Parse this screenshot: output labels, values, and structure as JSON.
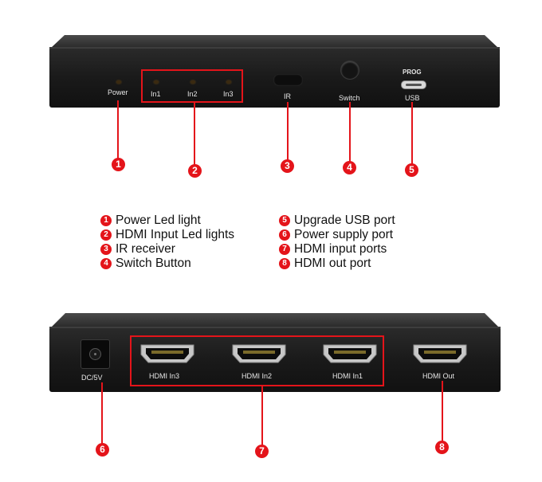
{
  "top_panel": {
    "leds": {
      "power": "Power",
      "in1": "In1",
      "in2": "In2",
      "in3": "In3"
    },
    "ir_label": "IR",
    "switch_label": "Switch",
    "prog_label": "PROG",
    "usb_label": "USB"
  },
  "bottom_panel": {
    "dc_label": "DC/5V",
    "hdmi_in3": "HDMI In3",
    "hdmi_in2": "HDMI In2",
    "hdmi_in1": "HDMI In1",
    "hdmi_out": "HDMI Out"
  },
  "callouts": [
    "1",
    "2",
    "3",
    "4",
    "5",
    "6",
    "7",
    "8"
  ],
  "legend": {
    "left": [
      {
        "num": "1",
        "text": "Power Led light"
      },
      {
        "num": "2",
        "text": "HDMI Input Led lights"
      },
      {
        "num": "3",
        "text": "IR receiver"
      },
      {
        "num": "4",
        "text": "Switch Button"
      }
    ],
    "right": [
      {
        "num": "5",
        "text": "Upgrade USB port"
      },
      {
        "num": "6",
        "text": "Power supply port"
      },
      {
        "num": "7",
        "text": "HDMI input ports"
      },
      {
        "num": "8",
        "text": "HDMI out port"
      }
    ]
  },
  "colors": {
    "accent": "#e4141a",
    "device": "#1c1c1c",
    "label": "#e6e6e6"
  }
}
